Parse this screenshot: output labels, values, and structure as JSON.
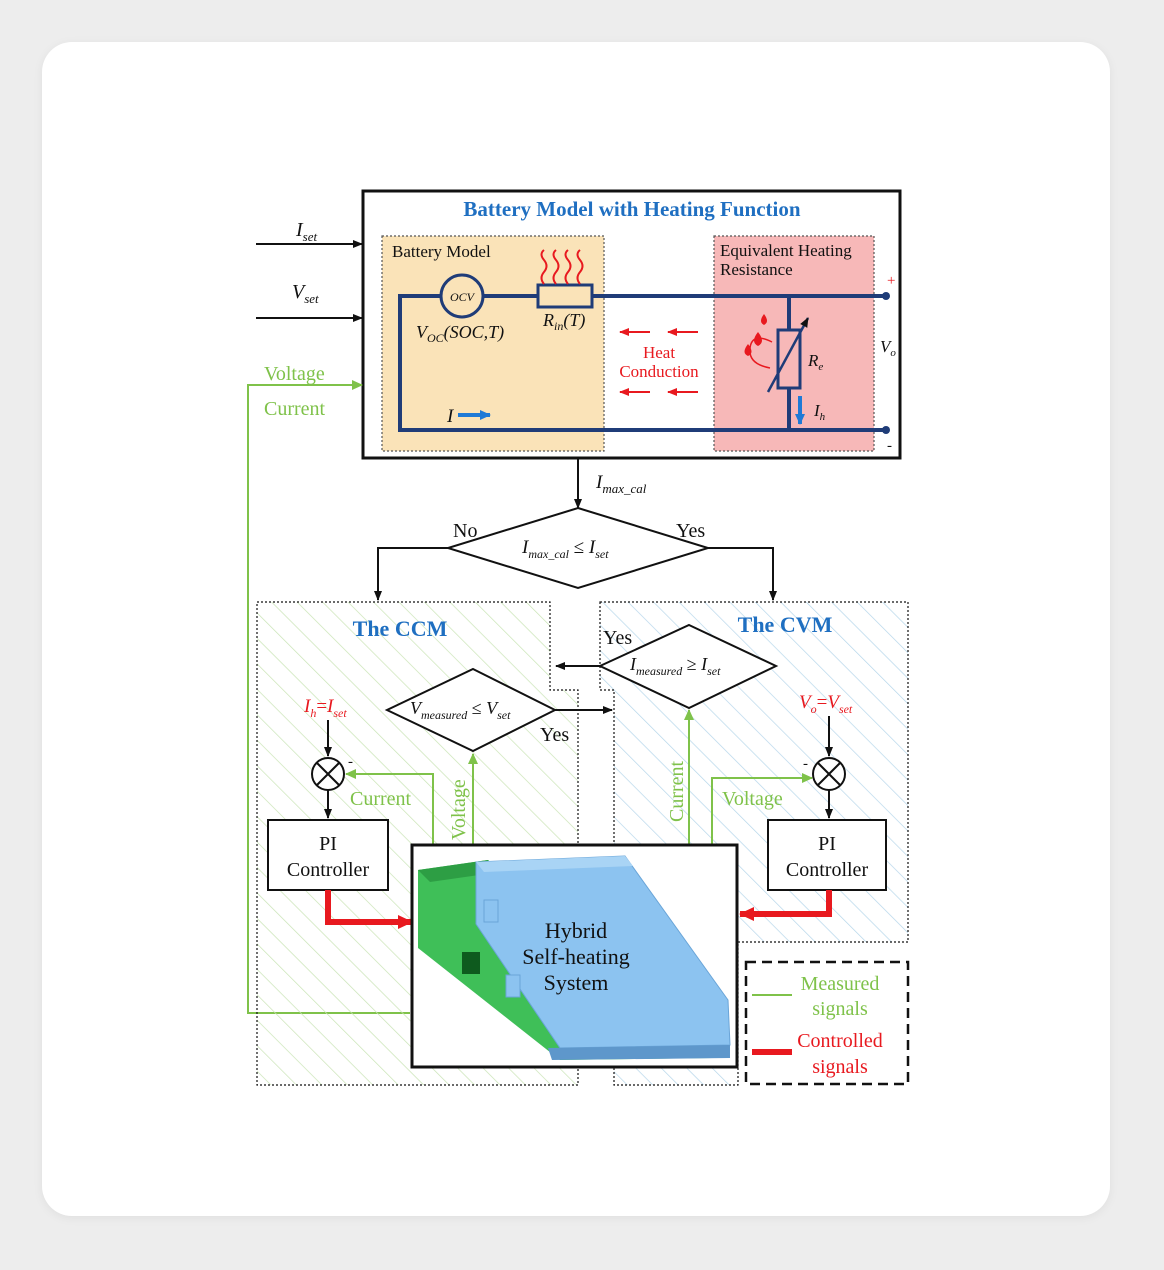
{
  "title": "Battery Model with Heating Function",
  "battery_model_label": "Battery Model",
  "heating_resistance_label": [
    "Equivalent Heating",
    "Resistance"
  ],
  "inputs": {
    "i_set": "I",
    "i_set_sub": "set",
    "v_set": "V",
    "v_set_sub": "set"
  },
  "circuit": {
    "ocv": "OCV",
    "voc": "V",
    "voc_sub": "OC",
    "voc_args": "(SOC,T)",
    "rin": "R",
    "rin_sub": "in",
    "rin_args": "(T)",
    "current": "I",
    "re": "R",
    "re_sub": "e",
    "ih": "I",
    "ih_sub": "h",
    "vo": "V",
    "vo_sub": "o",
    "plus": "+",
    "minus": "-"
  },
  "heat_conduction": [
    "Heat",
    "Conduction"
  ],
  "feedback": {
    "voltage": "Voltage",
    "current": "Current"
  },
  "imax": {
    "text": "I",
    "sub": "max_cal"
  },
  "decision_top": {
    "lhs": "I",
    "lhs_sub": "max_cal",
    "op": "≤",
    "rhs": "I",
    "rhs_sub": "set",
    "no": "No",
    "yes": "Yes"
  },
  "ccm": {
    "title": "The CCM",
    "setpoint": {
      "lhs": "I",
      "lhs_sub": "h",
      "eq": "=",
      "rhs": "I",
      "rhs_sub": "set"
    },
    "decision": {
      "lhs": "V",
      "lhs_sub": "measured",
      "op": "≤",
      "rhs": "V",
      "rhs_sub": "set",
      "yes": "Yes"
    },
    "current_label": "Current",
    "voltage_label": "Voltage",
    "controller": [
      "PI",
      "Controller"
    ],
    "minus": "-"
  },
  "cvm": {
    "title": "The CVM",
    "setpoint": {
      "lhs": "V",
      "lhs_sub": "o",
      "eq": "=",
      "rhs": "V",
      "rhs_sub": "set"
    },
    "decision": {
      "lhs": "I",
      "lhs_sub": "measured",
      "op": "≥",
      "rhs": "I",
      "rhs_sub": "set",
      "yes": "Yes"
    },
    "current_label": "Current",
    "voltage_label": "Voltage",
    "controller": [
      "PI",
      "Controller"
    ],
    "minus": "-"
  },
  "system": [
    "Hybrid",
    "Self-heating",
    "System"
  ],
  "legend": {
    "measured": [
      "Measured",
      "signals"
    ],
    "controlled": [
      "Controlled",
      "signals"
    ]
  },
  "colors": {
    "title_blue": "#1f6fc1",
    "wire_navy": "#1f3c78",
    "measured_green": "#7fc24a",
    "controlled_red": "#e8191f",
    "battery_model_fill": "#fae3b8",
    "heating_fill": "#f7b8b8",
    "battery_blue": "#8cc3f0",
    "board_green": "#3fbf58"
  }
}
